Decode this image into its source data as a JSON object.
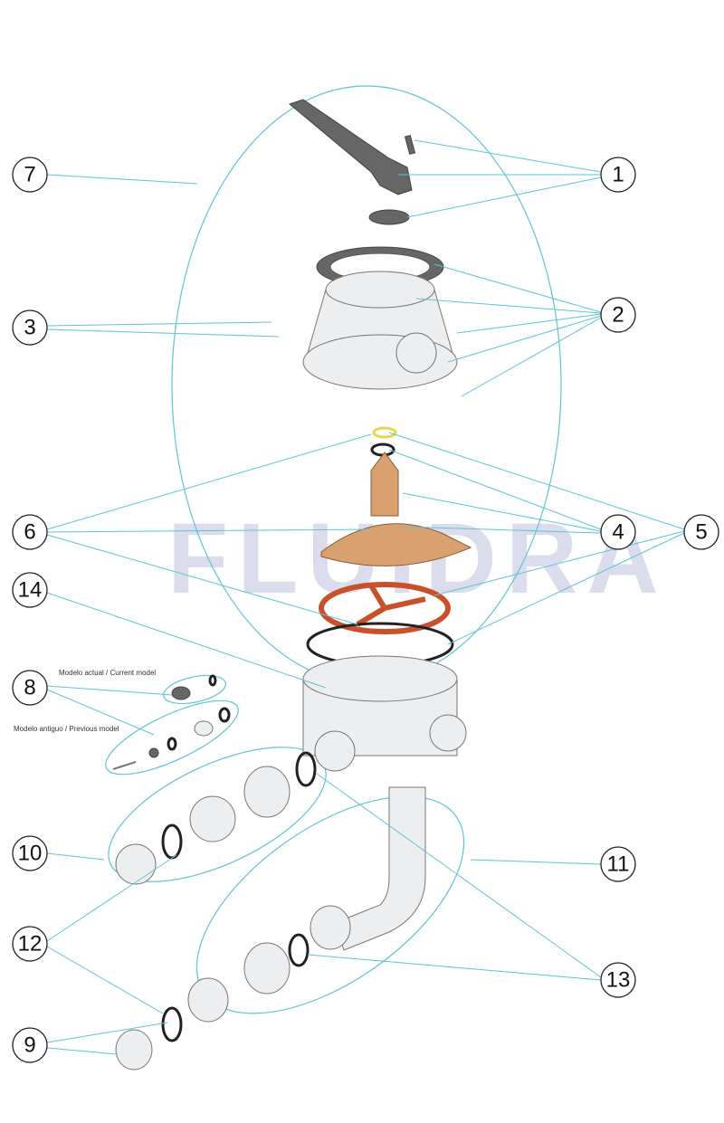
{
  "watermark": "FLUIDRA",
  "notes": {
    "current_model": "Modelo actual / Current model",
    "previous_model": "Modelo antiguo / Previous model"
  },
  "callouts": {
    "c1": "1",
    "c2": "2",
    "c3": "3",
    "c4": "4",
    "c5": "5",
    "c6": "6",
    "c7": "7",
    "c8": "8",
    "c9": "9",
    "c10": "10",
    "c11": "11",
    "c12": "12",
    "c13": "13",
    "c14": "14"
  },
  "colors": {
    "leader": "#5ec3d6",
    "diffuser": "#d9a070",
    "gasket": "#c8502a",
    "oring_yellow": "#e6d84a"
  }
}
